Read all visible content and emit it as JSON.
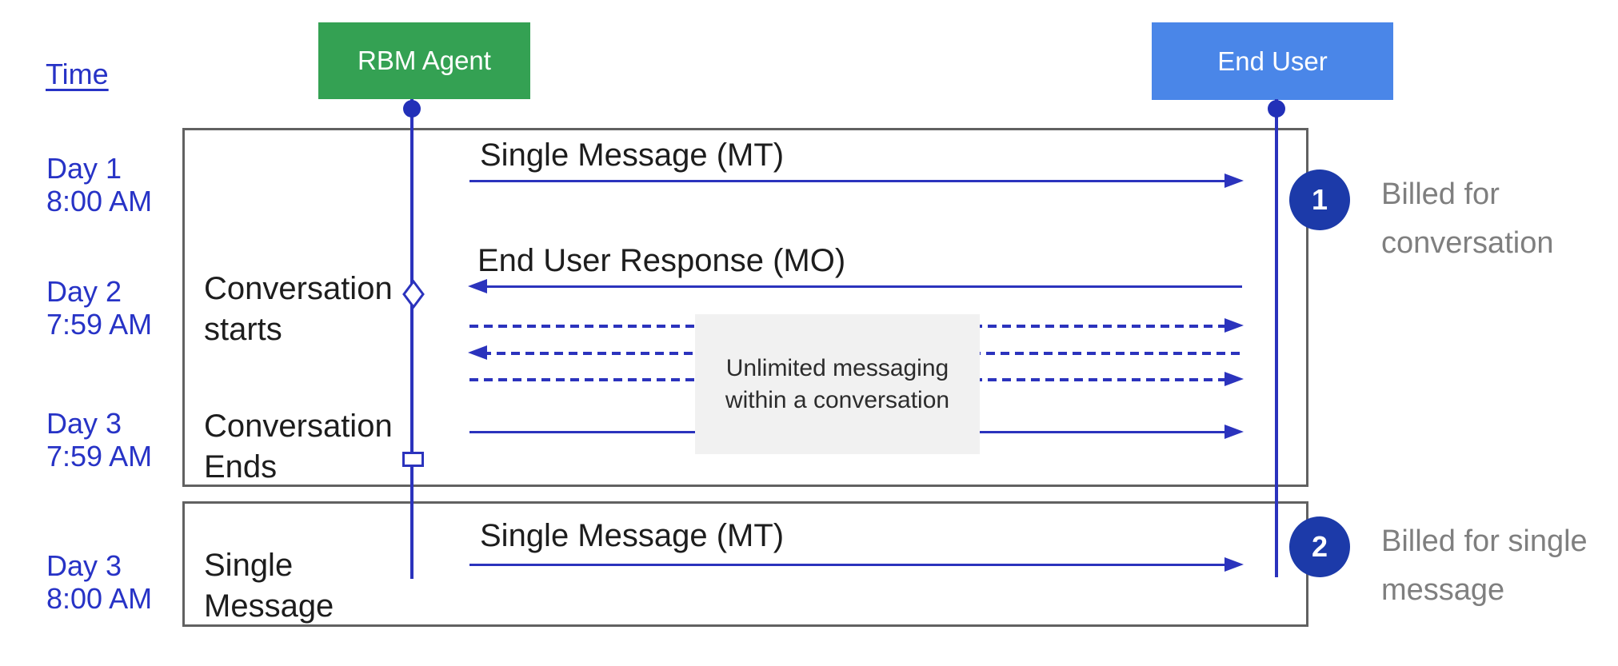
{
  "time_axis_label": "Time",
  "actors": {
    "rbm": {
      "label": "RBM Agent",
      "color": "#34a153"
    },
    "end_user": {
      "label": "End User",
      "color": "#4a86e8"
    }
  },
  "timeline": [
    {
      "day": "Day 1",
      "time": "8:00 AM"
    },
    {
      "day": "Day 2",
      "time": "7:59 AM"
    },
    {
      "day": "Day 3",
      "time": "7:59 AM"
    },
    {
      "day": "Day 3",
      "time": "8:00 AM"
    }
  ],
  "events": [
    {
      "line1": "Conversation",
      "line2": "starts"
    },
    {
      "line1": "Conversation",
      "line2": "Ends"
    },
    {
      "line1": "Single",
      "line2": "Message"
    }
  ],
  "messages": {
    "mt1": "Single Message (MT)",
    "mo": "End User Response (MO)",
    "mt2": "Single Message (MT)"
  },
  "note": {
    "line1": "Unlimited messaging",
    "line2": "within a conversation"
  },
  "annotations": [
    {
      "number": "1",
      "line1": "Billed for",
      "line2": "conversation"
    },
    {
      "number": "2",
      "line1": "Billed for single",
      "line2": "message"
    }
  ],
  "colors": {
    "agent_green": "#34a153",
    "user_blue": "#4a86e8",
    "line_blue": "#2b33bd",
    "label_blue": "#2733c6",
    "badge_blue": "#1c3aa9",
    "frame_gray": "#616161",
    "note_bg": "#f1f1f1",
    "annotation_gray": "#7f7f7f"
  }
}
